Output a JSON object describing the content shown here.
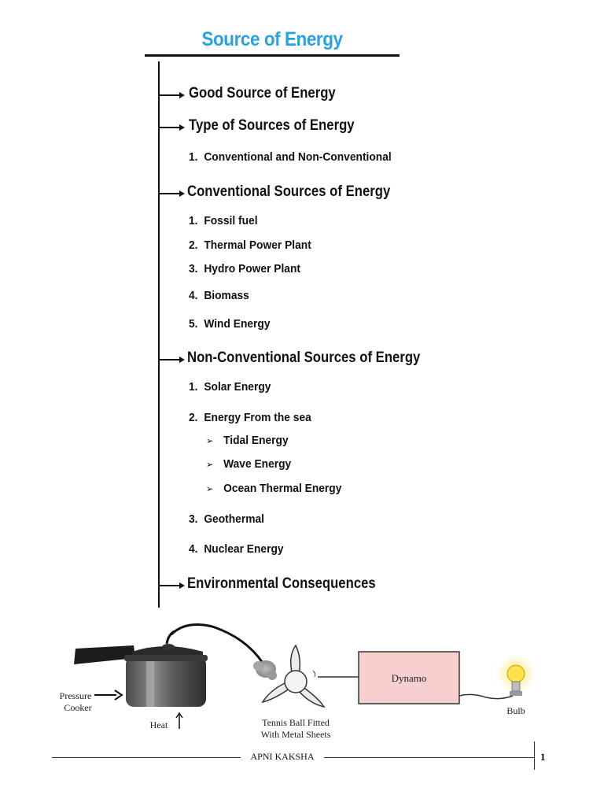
{
  "title": "Source of Energy",
  "sections": [
    {
      "heading": "Good Source of Energy",
      "items": []
    },
    {
      "heading": "Type of Sources of Energy",
      "items": [
        {
          "num": "1.",
          "text": "Conventional and Non-Conventional"
        }
      ]
    },
    {
      "heading": "Conventional Sources of Energy",
      "items": [
        {
          "num": "1.",
          "text": "Fossil fuel"
        },
        {
          "num": "2.",
          "text": "Thermal Power Plant"
        },
        {
          "num": "3.",
          "text": "Hydro Power Plant"
        },
        {
          "num": "4.",
          "text": "Biomass"
        },
        {
          "num": "5.",
          "text": "Wind Energy"
        }
      ]
    },
    {
      "heading": "Non-Conventional Sources of Energy",
      "items": [
        {
          "num": "1.",
          "text": "Solar Energy"
        },
        {
          "num": "2.",
          "text": "Energy From the sea",
          "subitems": [
            "Tidal Energy",
            "Wave Energy",
            "Ocean Thermal Energy"
          ]
        },
        {
          "num": "3.",
          "text": "Geothermal"
        },
        {
          "num": "4.",
          "text": "Nuclear Energy"
        }
      ]
    },
    {
      "heading": "Environmental Consequences",
      "items": []
    }
  ],
  "bullet_glyph": "➢",
  "diagram": {
    "pressure_cooker_label": [
      "Pressure",
      "Cooker"
    ],
    "heat_label": "Heat",
    "turbine_label": [
      "Tennis Ball Fitted",
      "With Metal Sheets"
    ],
    "dynamo_label": "Dynamo",
    "bulb_label": "Bulb"
  },
  "footer": {
    "text": "APNI KAKSHA",
    "page_number": "1"
  },
  "colors": {
    "title": "#29a3dd",
    "dynamo_fill": "#f7cfcf",
    "bulb_glow": "#ffe14d"
  }
}
